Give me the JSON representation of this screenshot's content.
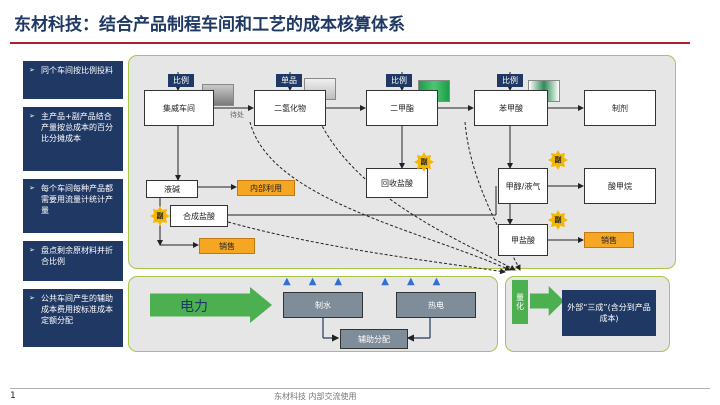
{
  "title": "东材科技：结合产品制程车间和工艺的成本核算体系",
  "sidebar": [
    {
      "bullet": "➢",
      "text": "同个车间按比例投料"
    },
    {
      "bullet": "➢",
      "text": "主产品+副产品结合产量按总成本的百分比分摊成本"
    },
    {
      "bullet": "➢",
      "text": "每个车间每种产品都需要用流量计统计产量"
    },
    {
      "bullet": "➢",
      "text": "盘点剩余原材料并折合比例"
    },
    {
      "bullet": "➢",
      "text": "公共车间产生的辅助成本费用按标准成本定额分配"
    }
  ],
  "process": {
    "box1": "集威车间",
    "box2": "二氢化物",
    "box3": "二甲酯",
    "box4": "苯甲酸",
    "box5": "制剂",
    "recycle": "回收盐酸",
    "liquid": "液碱",
    "synth_salt": "合成盐酸",
    "internal": "内部利用",
    "sale1": "销售",
    "methyl": "甲醇/液气",
    "hydrolysis": "酸甲烷",
    "hydrochloric": "甲盐酸",
    "sale2": "销售",
    "pending": "待处"
  },
  "tags": {
    "t1": "比例",
    "t2": "单品",
    "t3": "比例",
    "t4": "比例"
  },
  "stars": {
    "s1": "副",
    "s2": "副",
    "s3": "副",
    "s4": "副"
  },
  "utility": {
    "power": "电力",
    "water": "制水",
    "heat": "热电",
    "distribution": "辅助分配"
  },
  "green": {
    "label": "量化",
    "result": "外部“三成”(含分到产品成本)"
  },
  "footer": {
    "page": "1",
    "text": "东材科技      内部交流使用"
  },
  "colors": {
    "navy": "#1f3864",
    "accent_red": "#b01c2e",
    "orange": "#f5a623",
    "green": "#4caf50",
    "panel_border": "#a9c54c"
  }
}
